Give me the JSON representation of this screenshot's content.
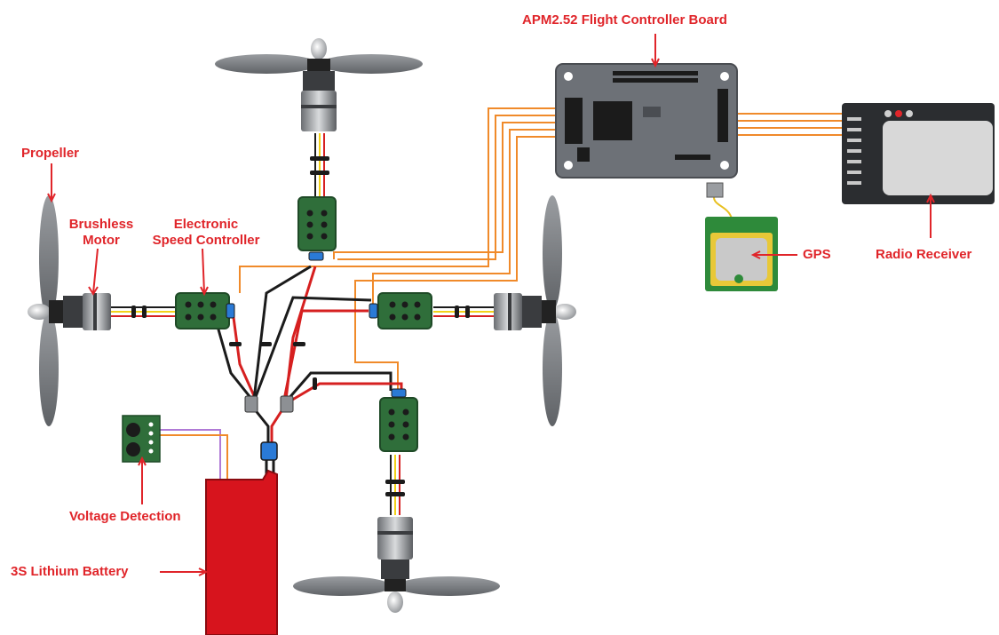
{
  "labels": {
    "fc_board": "APM2.52 Flight Controller Board",
    "propeller": "Propeller",
    "motor_line1": "Brushless",
    "motor_line2": "Motor",
    "esc_line1": "Electronic",
    "esc_line2": "Speed Controller",
    "gps": "GPS",
    "radio": "Radio Receiver",
    "voltage": "Voltage Detection",
    "battery": "3S Lithium Battery"
  },
  "colors": {
    "label_red": "#e0252a",
    "battery_red": "#d7141d",
    "esc_green": "#2f6e3a",
    "board_gray": "#6d7177",
    "wire_black": "#1b1b1b",
    "wire_red": "#d62020",
    "wire_orange": "#f08a2a",
    "wire_yellow": "#f2d21a",
    "connector_blue": "#2a7ad6",
    "propeller_gray": "#7e8185"
  },
  "icons": [
    "propeller-icon",
    "brushless-motor-icon",
    "esc-icon",
    "flight-controller-icon",
    "gps-module-icon",
    "radio-receiver-icon",
    "voltage-sensor-icon",
    "battery-icon"
  ]
}
